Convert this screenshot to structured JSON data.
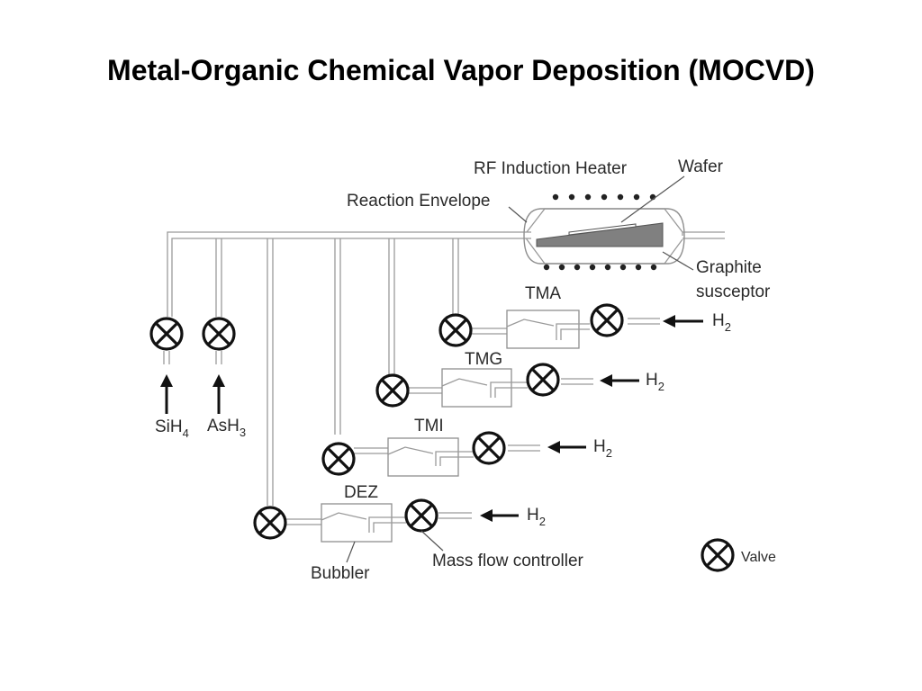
{
  "title": "Metal-Organic Chemical Vapor Deposition (MOCVD)",
  "reactor": {
    "rf_heater_label": "RF Induction Heater",
    "wafer_label": "Wafer",
    "envelope_label": "Reaction Envelope",
    "susceptor_label_line1": "Graphite",
    "susceptor_label_line2": "susceptor"
  },
  "gases": [
    {
      "main": "SiH",
      "sub": "4"
    },
    {
      "main": "AsH",
      "sub": "3"
    }
  ],
  "bubblers": [
    {
      "name": "TMA",
      "carrier_main": "H",
      "carrier_sub": "2"
    },
    {
      "name": "TMG",
      "carrier_main": "H",
      "carrier_sub": "2"
    },
    {
      "name": "TMI",
      "carrier_main": "H",
      "carrier_sub": "2"
    },
    {
      "name": "DEZ",
      "carrier_main": "H",
      "carrier_sub": "2"
    }
  ],
  "callouts": {
    "bubbler": "Bubbler",
    "mass_flow_controller": "Mass flow controller"
  },
  "legend": {
    "valve_label": "Valve"
  }
}
